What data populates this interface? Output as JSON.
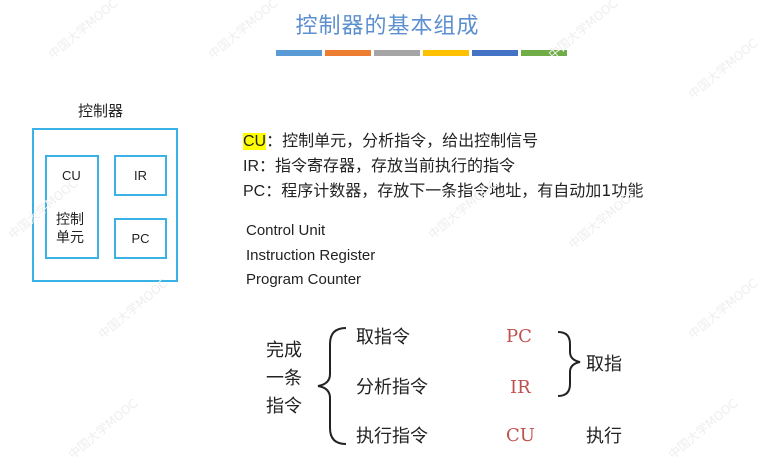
{
  "title": "控制器的基本组成",
  "title_bar_colors": [
    "#5b9bd5",
    "#ed7d31",
    "#a5a5a5",
    "#ffc000",
    "#4472c4",
    "#70ad47"
  ],
  "diagram": {
    "label": "控制器",
    "cu_abbr": "CU",
    "cu_text_line1": "控制",
    "cu_text_line2": "单元",
    "ir_abbr": "IR",
    "pc_abbr": "PC"
  },
  "definitions": [
    {
      "abbr": "CU",
      "text": "：控制单元，分析指令，给出控制信号"
    },
    {
      "abbr": "IR",
      "text": "：指令寄存器，存放当前执行的指令"
    },
    {
      "abbr": "PC",
      "text": "：程序计数器，存放下一条指令地址，有自动加1功能"
    }
  ],
  "english": [
    "Control Unit",
    "Instruction Register",
    "Program Counter"
  ],
  "process": {
    "left_lines": [
      "完成",
      "一条",
      "指令"
    ],
    "steps": [
      "取指令",
      "分析指令",
      "执行指令"
    ],
    "units": [
      "PC",
      "IR",
      "CU"
    ],
    "fetch_label": "取指",
    "exec_label": "执行"
  },
  "watermark": "中国大学MOOC"
}
